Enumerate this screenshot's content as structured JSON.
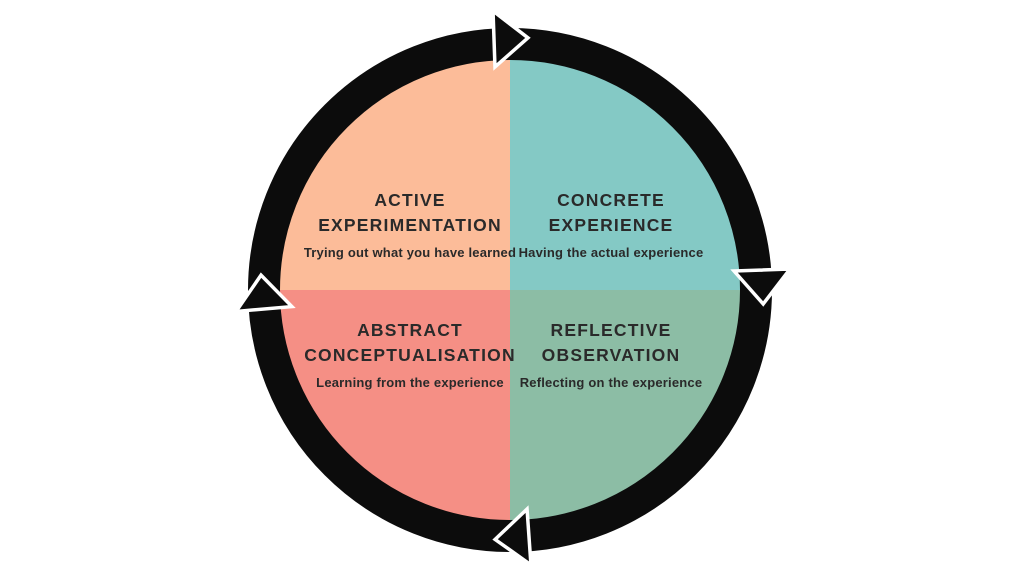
{
  "diagram": {
    "name": "experiential-learning-cycle",
    "background": "#ffffff",
    "text_color": "#2a2a2a"
  },
  "ring": {
    "color": "#0c0c0c"
  },
  "arrows": {
    "color": "#0c0c0c",
    "outline": "#ffffff",
    "items": [
      {
        "position": "top",
        "direction": "right"
      },
      {
        "position": "right",
        "direction": "down"
      },
      {
        "position": "bottom",
        "direction": "left"
      },
      {
        "position": "left",
        "direction": "up"
      }
    ]
  },
  "quadrants": [
    {
      "id": "active-experimentation",
      "title_line1": "ACTIVE",
      "title_line2": "EXPERIMENTATION",
      "subtitle": "Trying out what you have learned",
      "color": "#FCBC99"
    },
    {
      "id": "concrete-experience",
      "title_line1": "CONCRETE",
      "title_line2": "EXPERIENCE",
      "subtitle": "Having the actual experience",
      "color": "#84C9C5"
    },
    {
      "id": "abstract-conceptualisation",
      "title_line1": "ABSTRACT",
      "title_line2": "CONCEPTUALISATION",
      "subtitle": "Learning from the experience",
      "color": "#F58F85"
    },
    {
      "id": "reflective-observation",
      "title_line1": "REFLECTIVE",
      "title_line2": "OBSERVATION",
      "subtitle": "Reflecting on the experience",
      "color": "#8CBDA5"
    }
  ]
}
